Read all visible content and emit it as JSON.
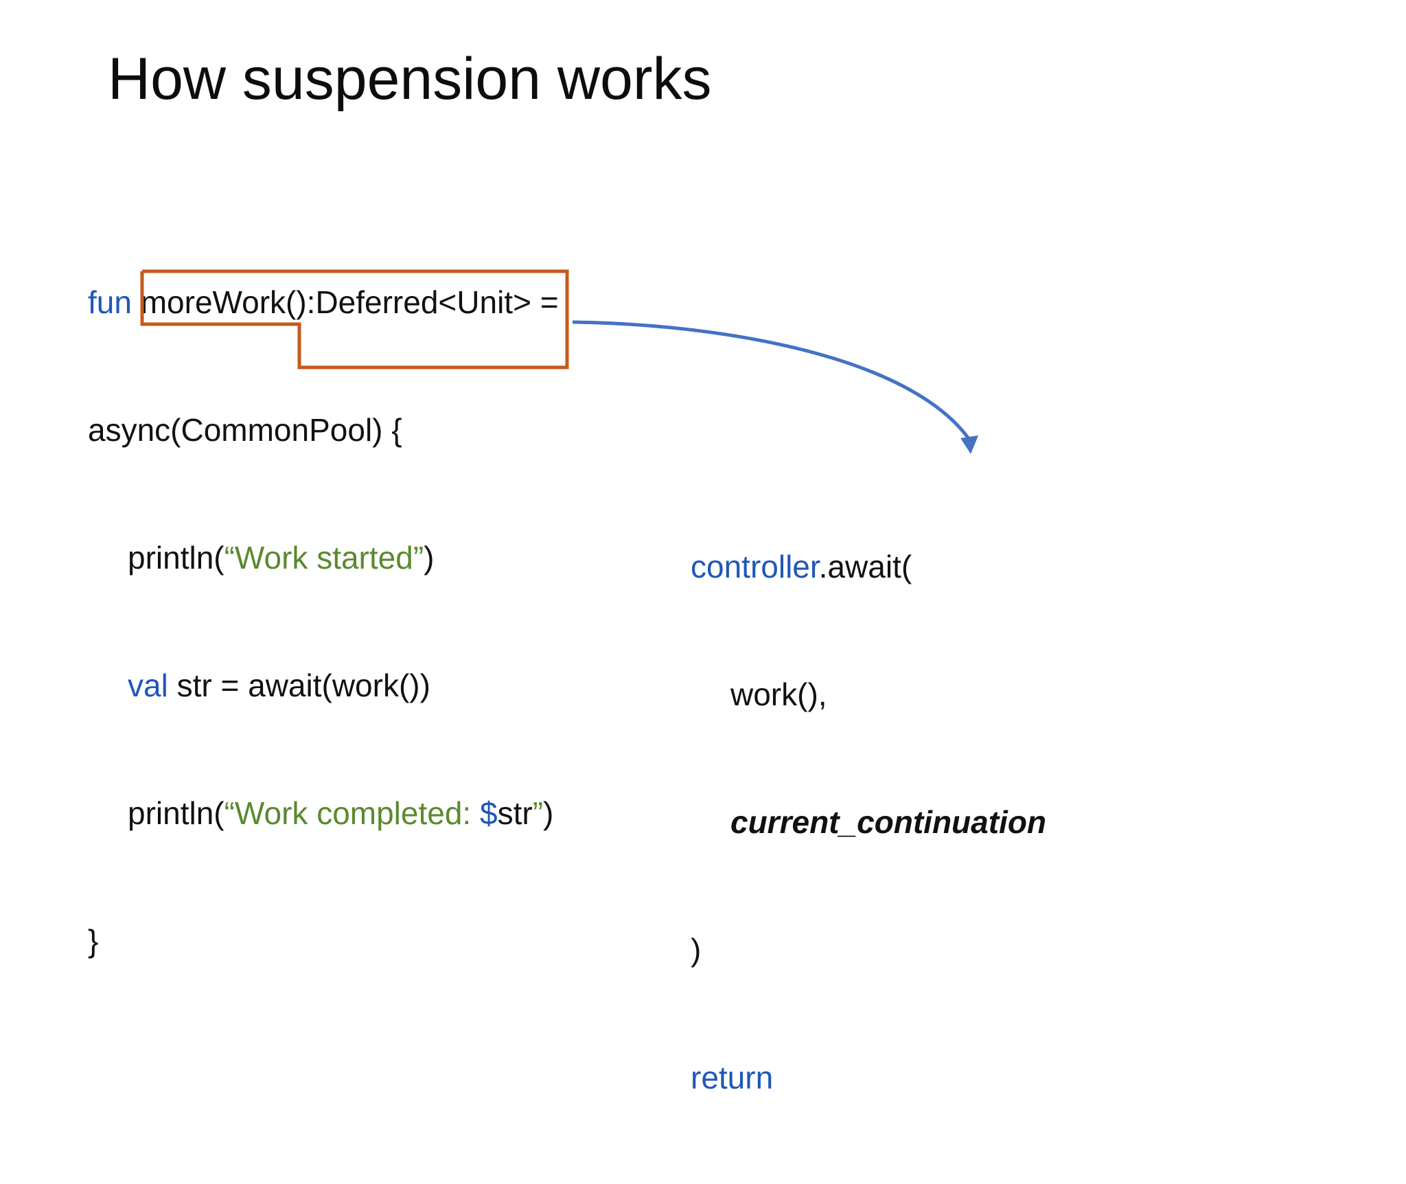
{
  "slide": {
    "title": "How suspension works"
  },
  "code_left": {
    "line1": {
      "kw": "fun",
      "rest": " moreWork():Deferred<Unit> ="
    },
    "line2": {
      "text": "async(CommonPool) {"
    },
    "line3": {
      "fn": "println(",
      "str": "“Work started”",
      "close": ")"
    },
    "line4": {
      "kw": "val",
      "rest": " str = await(work())"
    },
    "line5": {
      "fn": "println(",
      "str": "“Work completed: ",
      "dollar": "$",
      "var": "str",
      "str_end": "”",
      "close": ")"
    },
    "line6": {
      "text": "}"
    }
  },
  "code_right": {
    "line1": {
      "obj": "controller",
      "rest": ".await("
    },
    "line2": {
      "text": "work(),"
    },
    "line3": {
      "text": "current_continuation"
    },
    "line4": {
      "text": ")"
    },
    "line5": {
      "kw": "return"
    }
  },
  "colors": {
    "keyword": "#1f57b8",
    "string": "#5a8a2e",
    "highlight_box": "#c55a1b",
    "arrow": "#4472c4"
  }
}
